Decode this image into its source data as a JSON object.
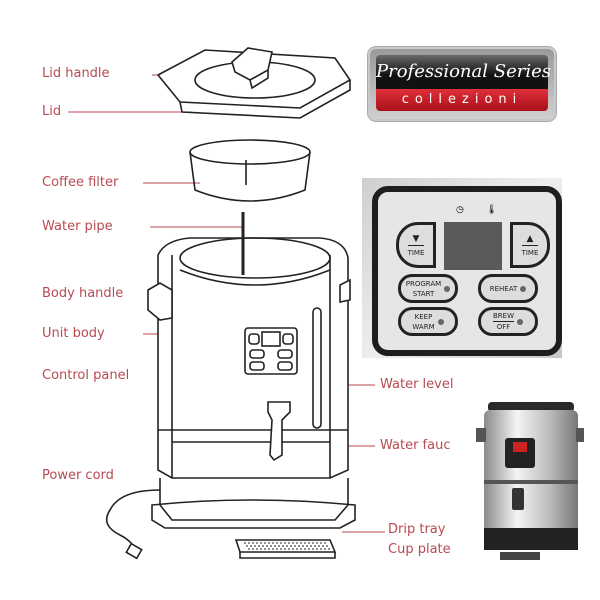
{
  "labels": {
    "lid_handle": "Lid handle",
    "lid": "Lid",
    "coffee_filter": "Coffee filter",
    "water_pipe": "Water pipe",
    "body_handle": "Body handle",
    "unit_body": "Unit body",
    "control_panel": "Control panel",
    "power_cord": "Power cord",
    "water_level": "Water level",
    "water_faucet": "Water fauc",
    "drip_tray": "Drip tray",
    "cup_plate": "Cup plate"
  },
  "logo": {
    "line1": "Professional Series",
    "line2": "collezioni",
    "mark": "®"
  },
  "panel": {
    "time_down": "TIME",
    "time_up": "TIME",
    "program_start": [
      "PROGRAM",
      "START"
    ],
    "reheat": "REHEAT",
    "keep_warm": [
      "KEEP",
      "WARM"
    ],
    "brew_off": [
      "BREW",
      "OFF"
    ],
    "icons": [
      "clock-icon",
      "thermometer-icon",
      "arrow-down-icon",
      "arrow-up-icon"
    ]
  },
  "colors": {
    "label": "#b84a50",
    "logo_red": "#c8202a"
  }
}
